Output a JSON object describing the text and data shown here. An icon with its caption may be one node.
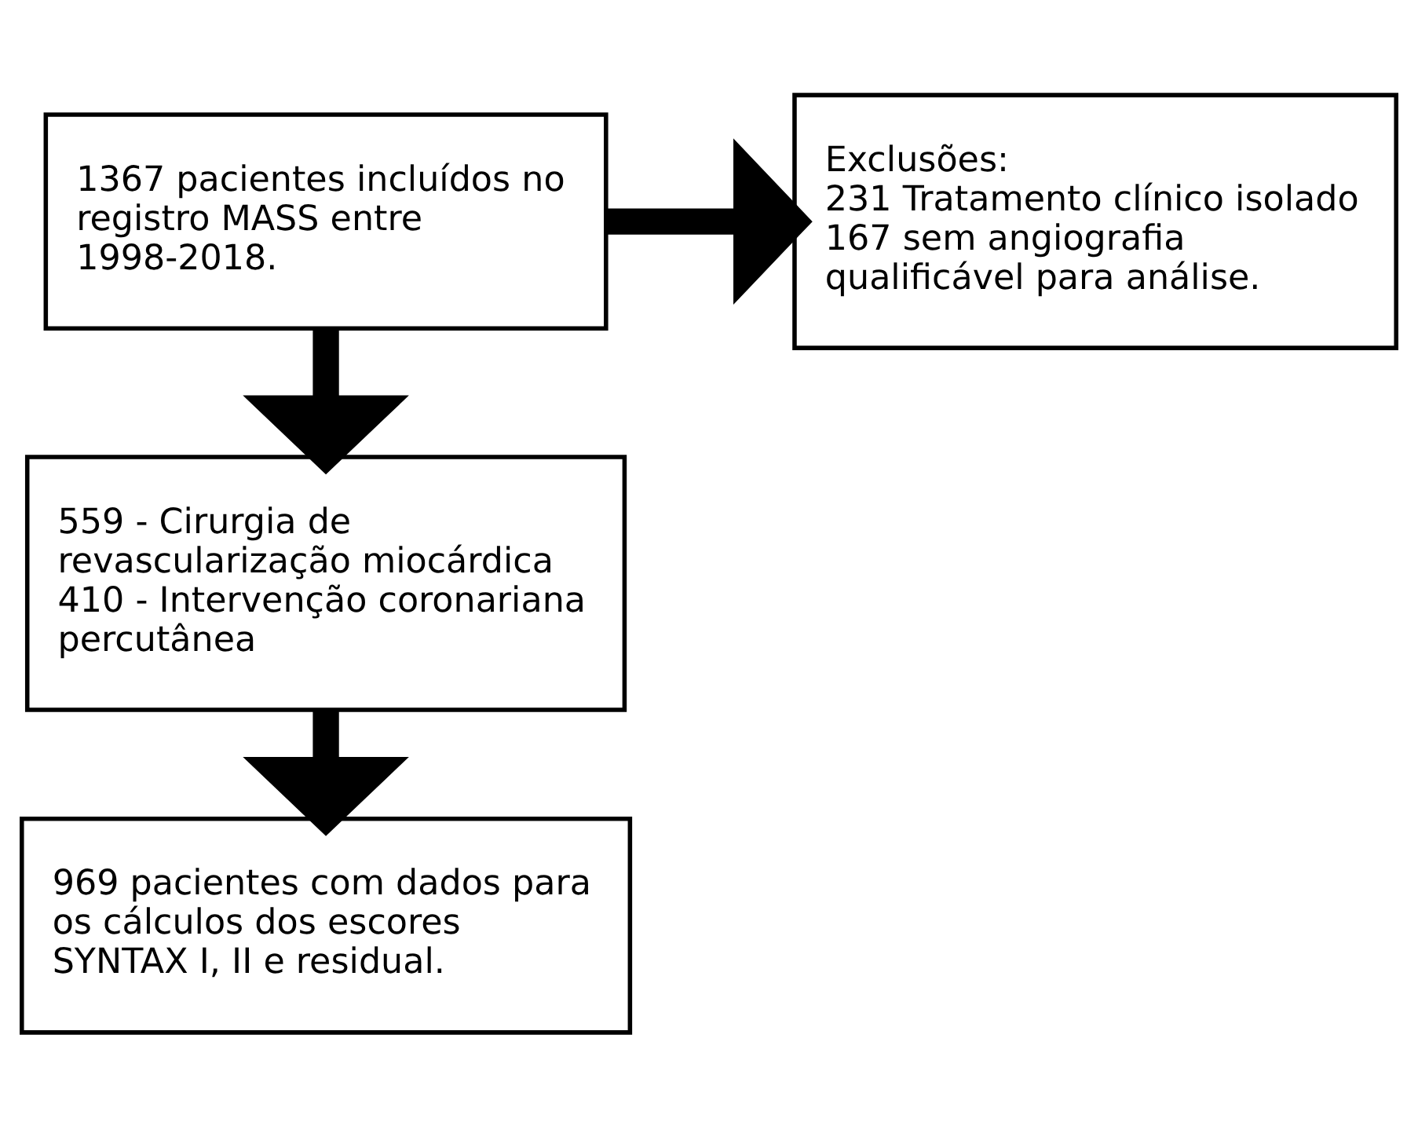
{
  "diagram": {
    "nodes": [
      {
        "text": [
          "1367 pacientes incluídos no registro MASS entre 1998-2018."
        ]
      },
      {
        "text": [
          "559 - Cirurgia de revascularização miocárdica",
          "410 - Intervenção coronariana percutânea"
        ]
      },
      {
        "text": [
          "969 pacientes com dados para os cálculos dos escores SYNTAX I, II e residual."
        ]
      },
      {
        "text": [
          "Exclusões:",
          "231 Tratamento clínico isolado",
          "167 sem angiografia qualificável para análise."
        ]
      }
    ],
    "edges": [
      {
        "from": 0,
        "to": 1,
        "arrow": "to"
      },
      {
        "from": 1,
        "to": 2,
        "arrow": "to"
      },
      {
        "from": 0,
        "to": 3,
        "arrow": "to"
      }
    ]
  }
}
